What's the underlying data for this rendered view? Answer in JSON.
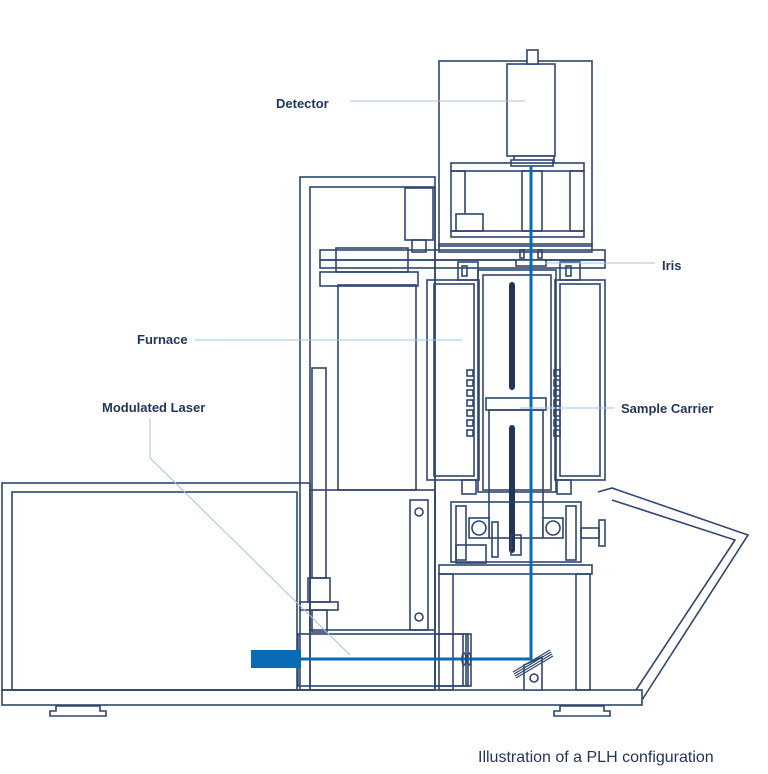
{
  "labels": {
    "detector": "Detector",
    "iris": "Iris",
    "furnace": "Furnace",
    "modulated_laser": "Modulated Laser",
    "sample_carrier": "Sample Carrier"
  },
  "caption": "Illustration of a PLH configuration",
  "colors": {
    "line": "#2e4670",
    "beam": "#0a6ab5",
    "leader": "#9fc3e4",
    "text": "#1f3559"
  }
}
